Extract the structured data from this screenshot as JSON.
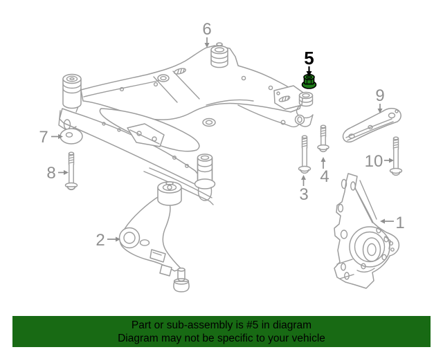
{
  "page": {
    "background": "#ffffff"
  },
  "diagram": {
    "kind": "exploded-parts-line-drawing",
    "subject": "front suspension crossmember with lower control arm, steering knuckle and mounting hardware",
    "line_color": "#9c9c9c",
    "callout_color": "#8f8f8f",
    "highlight_callout_color": "#000000",
    "highlight_part_fill": "#1e7b18",
    "callouts": [
      {
        "number": "1",
        "part": "steering-knuckle",
        "highlighted": false
      },
      {
        "number": "2",
        "part": "lower-control-arm",
        "highlighted": false
      },
      {
        "number": "3",
        "part": "long-mounting-bolt",
        "highlighted": false
      },
      {
        "number": "4",
        "part": "short-mounting-bolt",
        "highlighted": false
      },
      {
        "number": "5",
        "part": "flange-nut",
        "highlighted": true
      },
      {
        "number": "6",
        "part": "crossmember-insulator",
        "highlighted": false
      },
      {
        "number": "7",
        "part": "washer",
        "highlighted": false
      },
      {
        "number": "8",
        "part": "front-mounting-bolt",
        "highlighted": false
      },
      {
        "number": "9",
        "part": "support-bracket",
        "highlighted": false
      },
      {
        "number": "10",
        "part": "bracket-bolt",
        "highlighted": false
      }
    ]
  },
  "banner": {
    "background": "#186a14",
    "text_color": "#000000",
    "line1": "Part or sub-assembly is #5 in diagram",
    "line2": "Diagram may not be specific to your vehicle"
  }
}
